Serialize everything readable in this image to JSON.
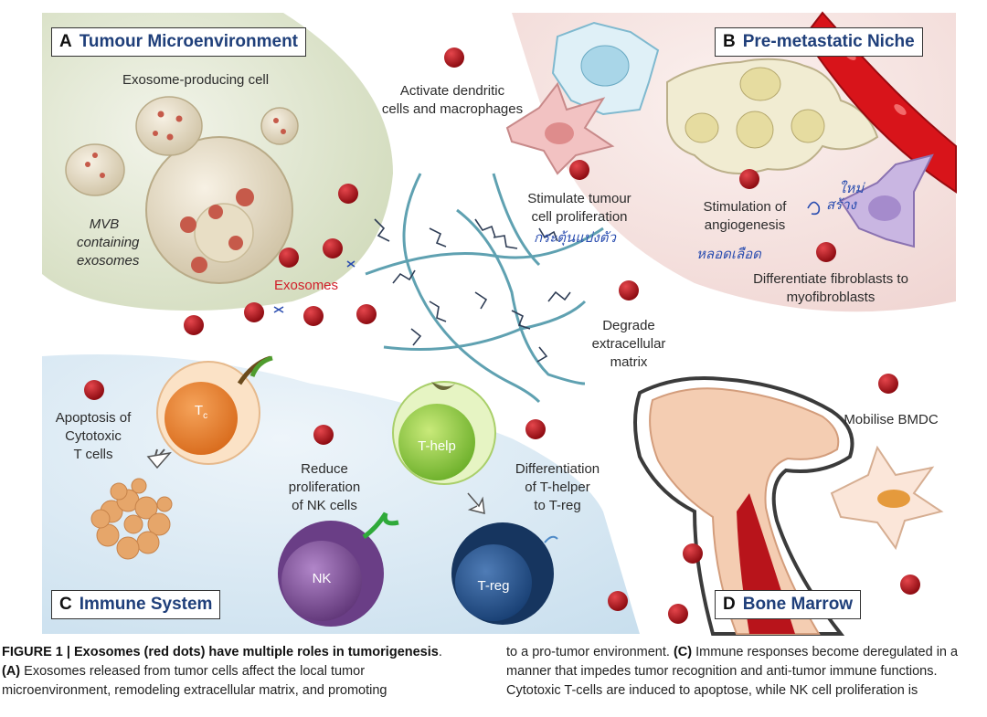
{
  "panels": {
    "a": {
      "letter": "A",
      "title": "Tumour Microenvironment"
    },
    "b": {
      "letter": "B",
      "title": "Pre-metastatic Niche"
    },
    "c": {
      "letter": "C",
      "title": "Immune System"
    },
    "d": {
      "letter": "D",
      "title": "Bone Marrow"
    }
  },
  "labels": {
    "exosome_producing": "Exosome-producing cell",
    "mvb_1": "MVB",
    "mvb_2": "containing",
    "mvb_3": "exosomes",
    "exosomes": "Exosomes",
    "dendritic_1": "Activate dendritic",
    "dendritic_2": "cells and macrophages",
    "stimulate_1": "Stimulate tumour",
    "stimulate_2": "cell proliferation",
    "angio_1": "Stimulation of",
    "angio_2": "angiogenesis",
    "fibro_1": "Differentiate fibroblasts to",
    "fibro_2": "myofibroblasts",
    "degrade_1": "Degrade",
    "degrade_2": "extracellular",
    "degrade_3": "matrix",
    "apoptosis_1": "Apoptosis of",
    "apoptosis_2": "Cytotoxic",
    "apoptosis_3": "T cells",
    "nk_1": "Reduce",
    "nk_2": "proliferation",
    "nk_3": "of NK cells",
    "treg_1": "Differentiation",
    "treg_2": "of T-helper",
    "treg_3": "to T-reg",
    "bmdc": "Mobilise BMDC",
    "tc": "T",
    "tc_sub": "c",
    "thelp": "T-help",
    "treg": "T-reg",
    "nk": "NK"
  },
  "handwriting": {
    "note_1": "กระตุ้นแบ่งตัว",
    "note_2": "หลอดเลือด",
    "note_3": "สร้าง",
    "note_4": "ใหม่"
  },
  "caption": {
    "left_bold": "FIGURE 1 | Exosomes (red dots) have multiple roles in tumorigenesis",
    "left_dot": ".",
    "left_a": "(A)",
    "left_line2": " Exosomes released from tumor cells affect the local tumor",
    "left_line3": "microenvironment, remodeling extracellular matrix, and promoting",
    "right_line1a": "to a pro-tumor environment. ",
    "right_c": "(C)",
    "right_line1b": " Immune responses become deregulated in a",
    "right_line2": "manner that impedes tumor recognition and anti-tumor immune functions.",
    "right_line3": "Cytotoxic T-cells are induced to apoptose, while NK cell proliferation is"
  },
  "colors": {
    "exosome": "#b0141a",
    "panel_a_bg": "#dfe6cf",
    "panel_b_bg": "#f6e4e2",
    "panel_c_bg": "#dbe9f2",
    "title_blue": "#1f3f7a",
    "label_red": "#d11f2a"
  }
}
